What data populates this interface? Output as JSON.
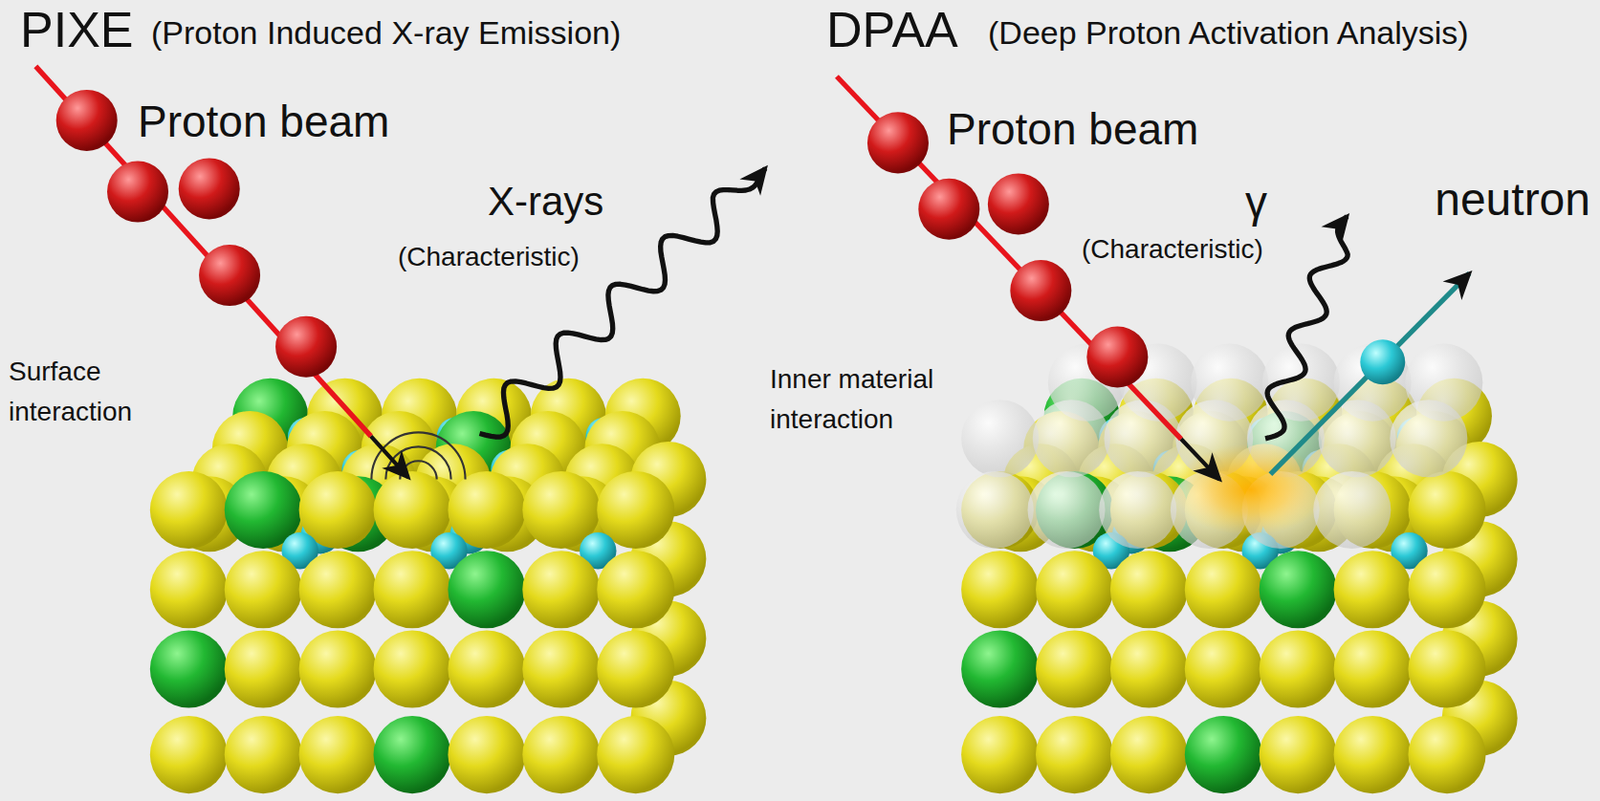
{
  "diagram": {
    "labels": [
      "PIXE",
      "(Proton Induced X-ray Emission)",
      "Proton beam",
      "X-rays",
      "(Characteristic)",
      "Surface interaction",
      "DPAA",
      "(Deep Proton Activation Analysis)",
      "Proton beam",
      "γ",
      "(Characteristic)",
      "neutron",
      "Inner material interaction"
    ]
  }
}
